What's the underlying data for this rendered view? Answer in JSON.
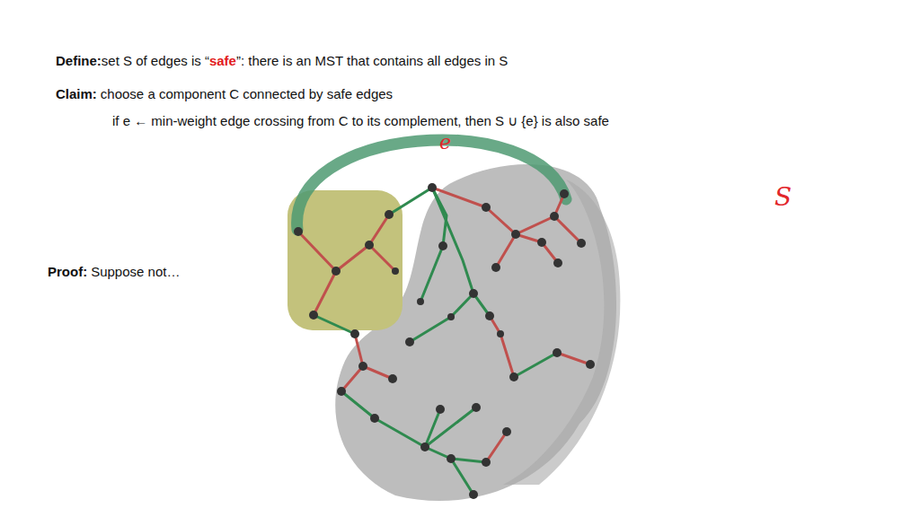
{
  "diagram": {
    "labels": [
      "Define:",
      "set S of edges is “",
      "safe",
      "”: there is an MST that contains all edges in S",
      "Claim:",
      "choose a component C connected by safe edges",
      "if e ← min-weight edge crossing from C to its complement, then S ∪ {e} is also safe",
      "e",
      "S",
      "Proof:",
      "Suppose not…"
    ]
  }
}
